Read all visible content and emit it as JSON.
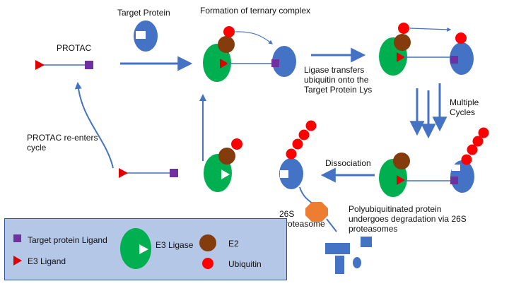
{
  "labels": {
    "target_protein": "Target Protein",
    "ternary_complex": "Formation of ternary complex",
    "protac": "PROTAC",
    "ligase_transfers": "Ligase transfers\nubiquitin onto the\nTarget Protein Lys",
    "multiple_cycles": "Multiple\nCycles",
    "protac_reenters": "PROTAC re-enters\ncycle",
    "dissociation": "Dissociation",
    "proteasome_26s": "26S\nProteasome",
    "polyubiquitinated": "Polyubiquitinated protein\nundergoes degradation via 26S\nproteasomes"
  },
  "legend": {
    "target_ligand": "Target protein Ligand",
    "e3_ligand": "E3 Ligand",
    "e3_ligase": "E3 Ligase",
    "e2": "E2",
    "ubiquitin": "Ubiquitin"
  },
  "colors": {
    "target_protein": "#4472c4",
    "e3_ligase": "#00b050",
    "e2": "#843c0c",
    "ubiquitin": "#ff0000",
    "ligand_target": "#7030a0",
    "ligand_e3": "#e00000",
    "proteasome": "#ed7d31",
    "legend_bg": "#b4c7e7",
    "arrow": "#4472c4"
  }
}
